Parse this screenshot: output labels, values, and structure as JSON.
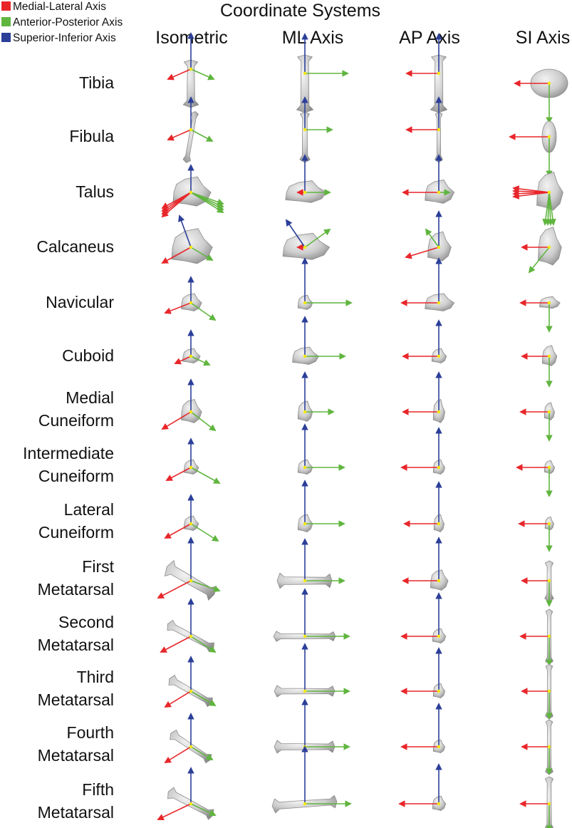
{
  "title": "Coordinate Systems",
  "legend": [
    {
      "label": "Medial-Lateral Axis",
      "color": "#e8262a"
    },
    {
      "label": "Anterior-Posterior Axis",
      "color": "#60b53f"
    },
    {
      "label": "Superior-Inferior Axis",
      "color": "#2b3f99"
    }
  ],
  "columns": [
    "Isometric",
    "ML Axis",
    "AP Axis",
    "SI Axis"
  ],
  "bones": [
    {
      "name": "Tibia"
    },
    {
      "name": "Fibula"
    },
    {
      "name": "Talus"
    },
    {
      "name": "Calcaneus"
    },
    {
      "name": "Navicular"
    },
    {
      "name": "Cuboid"
    },
    {
      "name": "Medial",
      "name2": "Cuneiform"
    },
    {
      "name": "Intermediate",
      "name2": "Cuneiform"
    },
    {
      "name": "Lateral",
      "name2": "Cuneiform"
    },
    {
      "name": "First",
      "name2": "Metatarsal"
    },
    {
      "name": "Second",
      "name2": "Metatarsal"
    },
    {
      "name": "Third",
      "name2": "Metatarsal"
    },
    {
      "name": "Fourth",
      "name2": "Metatarsal"
    },
    {
      "name": "Fifth",
      "name2": "Metatarsal"
    }
  ],
  "colors": {
    "ml_axis": "#e8262a",
    "ap_axis": "#60b53f",
    "si_axis": "#2b3f99",
    "origin": "#f4e800",
    "bone_fill": "#cfcfcf",
    "bone_edge": "#8c8c8c"
  }
}
